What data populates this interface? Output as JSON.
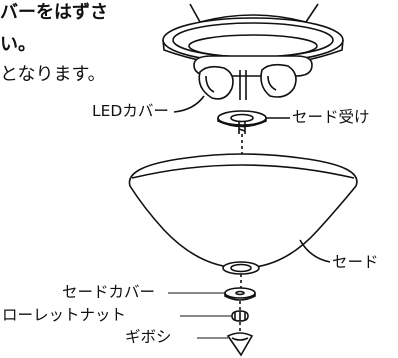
{
  "instructions": {
    "line1": "バーをはずさ",
    "line2": "い。",
    "line3": "となります。"
  },
  "labels": {
    "led_cover": "LEDカバー",
    "shade_receiver": "セード受け",
    "shade": "セード",
    "shade_cover": "セードカバー",
    "knurled_nut": "ローレットナット",
    "finial": "ギボシ"
  }
}
